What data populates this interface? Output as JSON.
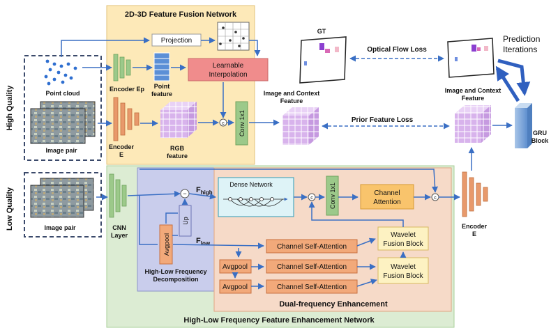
{
  "side_labels": {
    "high_quality": "High Quality",
    "low_quality": "Low Quality"
  },
  "inputs": {
    "point_cloud": "Point cloud",
    "image_pair_high": "Image pair",
    "image_pair_low": "Image pair"
  },
  "fusion_network": {
    "title": "2D-3D Feature Fusion Network",
    "projection": "Projection",
    "learnable_interpolation_1": "Learnable",
    "learnable_interpolation_2": "Interpolation",
    "encoder_ep": "Encoder Ep",
    "point_feature_1": "Point",
    "point_feature_2": "feature",
    "encoder_e_1": "Encoder",
    "encoder_e_2": "E",
    "rgb_feature_1": "RGB",
    "rgb_feature_2": "feature",
    "conv": "Conv 1x1"
  },
  "losses": {
    "gt": "GT",
    "optical_flow_loss": "Optical Flow Loss",
    "prediction_1": "Prediction",
    "prediction_2": "Iterations",
    "prior_feature_loss": "Prior Feature Loss",
    "image_context_left_1": "Image and Context",
    "image_context_left_2": "Feature",
    "image_context_right_1": "Image and Context",
    "image_context_right_2": "Feature",
    "gru_1": "GRU",
    "gru_2": "Block"
  },
  "enhancement_network": {
    "title": "High-Low Frequency Feature Enhancement Network",
    "cnn_layer_1": "CNN",
    "cnn_layer_2": "Layer",
    "f_high": "F",
    "f_high_sub": "high",
    "f_low": "F",
    "f_low_sub": "low",
    "up": "Up",
    "avgpool_vertical": "Avgpool",
    "decomposition_1": "High-Low Frequency",
    "decomposition_2": "Decomposition",
    "dense_network": "Dense Network",
    "conv": "Conv 1x1",
    "channel_attention_1": "Channel",
    "channel_attention_2": "Attention",
    "avgpool_1": "Avgpool",
    "avgpool_2": "Avgpool",
    "csa_1": "Channel Self-Attention",
    "csa_2": "Channel Self-Attention",
    "csa_3": "Channel Self-Attention",
    "wavelet_1a": "Wavelet",
    "wavelet_1b": "Fusion Block",
    "wavelet_2a": "Wavelet",
    "wavelet_2b": "Fusion Block",
    "dual_frequency": "Dual-frequency Enhancement",
    "encoder_e_1": "Encoder",
    "encoder_e_2": "E"
  },
  "colors": {
    "fusion_bg": "#fde9b8",
    "enhance_bg": "#dcecd3",
    "dual_bg": "#f6dac8",
    "decomp_bg": "#c9cdec",
    "arrow": "#3a6fc4",
    "encoder_green": "#9cc98a",
    "encoder_orange": "#e8996b",
    "interp_red": "#f08c8c",
    "csa_orange": "#f2a97a",
    "wavelet_yellow": "#fdf2c2",
    "channel_att": "#f9c46c",
    "dense_cyan": "#def3f7",
    "point_blue": "#2f6fd0",
    "gru_blue": "#7ea8d8"
  }
}
